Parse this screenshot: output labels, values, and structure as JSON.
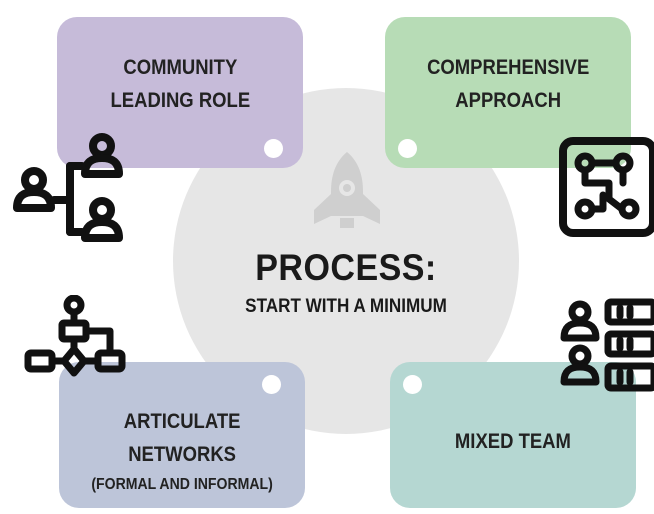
{
  "center": {
    "title": "PROCESS:",
    "subtitle": "START WITH A MINIMUM",
    "icon": "rocket-icon",
    "color": "#e6e6e6"
  },
  "cards": {
    "top_left": {
      "lines": [
        "COMMUNITY",
        "LEADING ROLE"
      ],
      "color": "#c6bbd9",
      "icon": "people-hierarchy-icon"
    },
    "top_right": {
      "lines": [
        "COMPREHENSIVE",
        "APPROACH"
      ],
      "color": "#b7dcb6",
      "icon": "circuit-board-icon"
    },
    "bottom_left": {
      "lines": [
        "ARTICULATE",
        "NETWORKS",
        "(FORMAL AND INFORMAL)"
      ],
      "color": "#bdc5d9",
      "icon": "flowchart-icon"
    },
    "bottom_right": {
      "lines": [
        "MIXED TEAM"
      ],
      "color": "#b5d7d2",
      "icon": "team-server-icon"
    }
  }
}
